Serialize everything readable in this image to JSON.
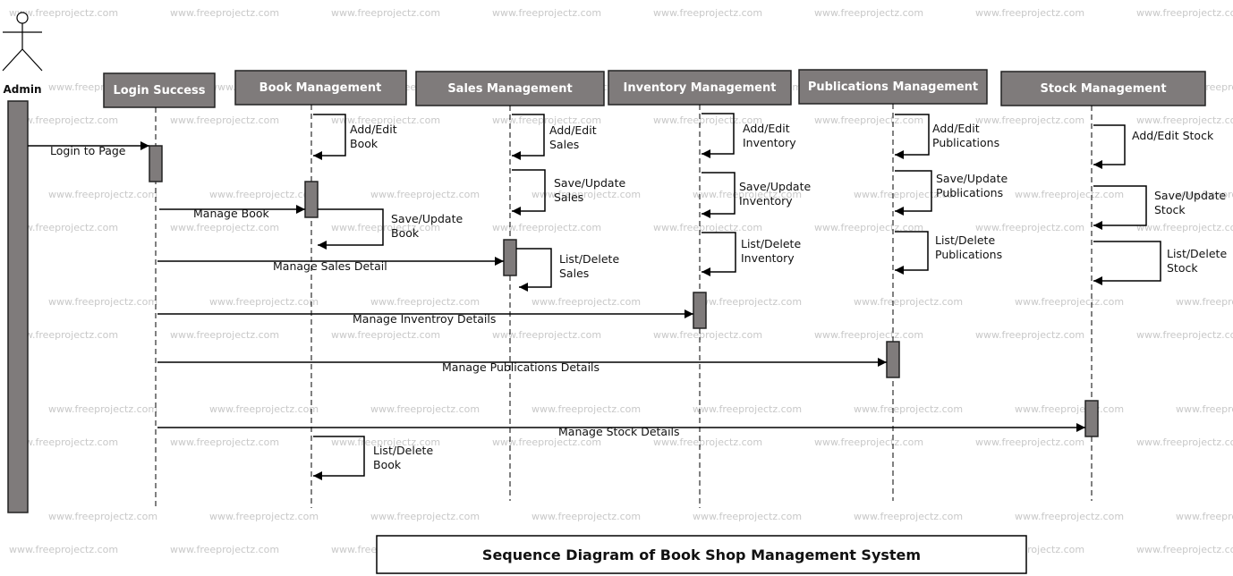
{
  "watermark": "www.freeprojectz.com",
  "actor": {
    "label": "Admin"
  },
  "lifelines": [
    {
      "id": "login",
      "label": "Login Success"
    },
    {
      "id": "book",
      "label": "Book Management"
    },
    {
      "id": "sales",
      "label": "Sales Management"
    },
    {
      "id": "inventory",
      "label": "Inventory Management"
    },
    {
      "id": "publications",
      "label": "Publications Management"
    },
    {
      "id": "stock",
      "label": "Stock Management"
    }
  ],
  "messages": [
    {
      "from": "admin",
      "to": "login",
      "label": "Login to Page"
    },
    {
      "from": "login",
      "to": "book",
      "label": "Manage Book"
    },
    {
      "from": "login",
      "to": "sales",
      "label": "Manage Sales Detail"
    },
    {
      "from": "login",
      "to": "inventory",
      "label": "Manage Inventroy Details"
    },
    {
      "from": "login",
      "to": "publications",
      "label": "Manage Publications Details"
    },
    {
      "from": "login",
      "to": "stock",
      "label": "Manage Stock Details"
    }
  ],
  "self_messages": [
    {
      "lifeline": "book",
      "lines": [
        "Add/Edit",
        "Book"
      ]
    },
    {
      "lifeline": "book",
      "lines": [
        "Save/Update",
        "Book"
      ]
    },
    {
      "lifeline": "book",
      "lines": [
        "List/Delete",
        "Book"
      ]
    },
    {
      "lifeline": "sales",
      "lines": [
        "Add/Edit",
        "Sales"
      ]
    },
    {
      "lifeline": "sales",
      "lines": [
        "Save/Update",
        "Sales"
      ]
    },
    {
      "lifeline": "sales",
      "lines": [
        "List/Delete",
        "Sales"
      ]
    },
    {
      "lifeline": "inventory",
      "lines": [
        "Add/Edit",
        "Inventory"
      ]
    },
    {
      "lifeline": "inventory",
      "lines": [
        "Save/Update",
        "Inventory"
      ]
    },
    {
      "lifeline": "inventory",
      "lines": [
        "List/Delete",
        "Inventory"
      ]
    },
    {
      "lifeline": "publications",
      "lines": [
        "Add/Edit",
        "Publications"
      ]
    },
    {
      "lifeline": "publications",
      "lines": [
        "Save/Update",
        "Publications"
      ]
    },
    {
      "lifeline": "publications",
      "lines": [
        "List/Delete",
        "Publications"
      ]
    },
    {
      "lifeline": "stock",
      "lines": [
        "Add/Edit Stock"
      ]
    },
    {
      "lifeline": "stock",
      "lines": [
        "Save/Update",
        "Stock"
      ]
    },
    {
      "lifeline": "stock",
      "lines": [
        "List/Delete",
        "Stock"
      ]
    }
  ],
  "title": "Sequence Diagram of Book Shop Management System",
  "colors": {
    "box_fill": "#7f7b7b",
    "box_stroke": "#222222",
    "header_text": "#ffffff",
    "line": "#000000"
  }
}
